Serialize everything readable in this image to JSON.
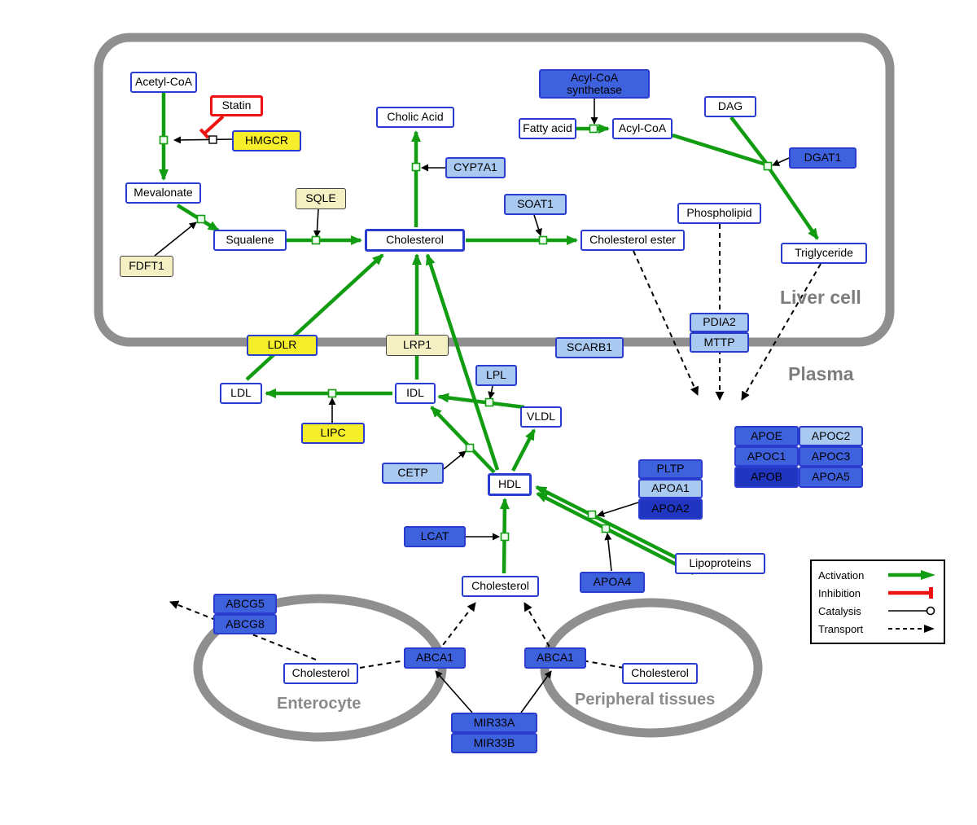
{
  "regions": {
    "liver_cell": "Liver cell",
    "plasma": "Plasma",
    "enterocyte": "Enterocyte",
    "peripheral_tissues": "Peripheral tissues"
  },
  "legend": {
    "activation": "Activation",
    "inhibition": "Inhibition",
    "catalysis": "Catalysis",
    "transport": "Transport"
  },
  "colors": {
    "activation_green": "#129c12",
    "inhibition_red": "#ee1111",
    "membrane_gray": "#8f8f8f",
    "metabolite_border_blue": "#2a3bd0",
    "gene_light_blue": "#a9c9f0",
    "gene_medium_blue": "#3e61de",
    "gene_dark_blue": "#2035c0",
    "gene_yellow": "#f6ee2a",
    "gene_pale_yellow": "#f4f0c4"
  },
  "nodes": {
    "acetyl_coa": "Acetyl-CoA",
    "statin": "Statin",
    "hmgcr": "HMGCR",
    "mevalonate": "Mevalonate",
    "sqle": "SQLE",
    "fdft1": "FDFT1",
    "squalene": "Squalene",
    "cholic_acid": "Cholic Acid",
    "cyp7a1": "CYP7A1",
    "cholesterol_liver": "Cholesterol",
    "soat1": "SOAT1",
    "cholesterol_ester": "Cholesterol ester",
    "acyl_coa_synthetase": "Acyl-CoA synthetase",
    "fatty_acid": "Fatty acid",
    "acyl_coa": "Acyl-CoA",
    "dag": "DAG",
    "dgat1": "DGAT1",
    "phospholipid": "Phospholipid",
    "triglyceride": "Triglyceride",
    "pdia2": "PDIA2",
    "mttp": "MTTP",
    "ldlr": "LDLR",
    "lrp1": "LRP1",
    "scarb1": "SCARB1",
    "ldl": "LDL",
    "idl": "IDL",
    "lpl": "LPL",
    "vldl": "VLDL",
    "lipc": "LIPC",
    "cetp": "CETP",
    "hdl": "HDL",
    "pltp": "PLTP",
    "apoa1": "APOA1",
    "apoa2": "APOA2",
    "lcat": "LCAT",
    "apoa4": "APOA4",
    "lipoproteins": "Lipoproteins",
    "apoe": "APOE",
    "apoc2": "APOC2",
    "apoc1": "APOC1",
    "apoc3": "APOC3",
    "apob": "APOB",
    "apoa5": "APOA5",
    "cholesterol_plasma": "Cholesterol",
    "abcg5": "ABCG5",
    "abcg8": "ABCG8",
    "cholesterol_enterocyte": "Cholesterol",
    "abca1_left": "ABCA1",
    "abca1_right": "ABCA1",
    "cholesterol_peripheral": "Cholesterol",
    "mir33a": "MIR33A",
    "mir33b": "MIR33B"
  }
}
